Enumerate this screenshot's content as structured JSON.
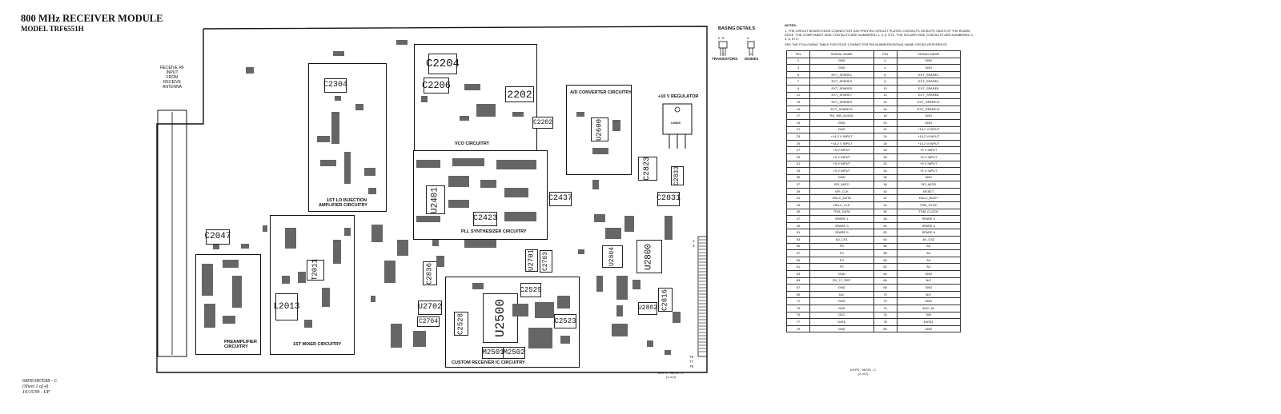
{
  "header": {
    "title": "800 MHz RECEIVER MODULE",
    "model": "MODEL TRF6551H"
  },
  "antenna_label": [
    "RECEIVE RF",
    "INPUT",
    "FROM",
    "RECEIVE",
    "ANTENNA"
  ],
  "basing": {
    "title": "BASING DETAILS",
    "transistors": "TRANSISTORS",
    "diodes": "DIODES",
    "pins": [
      "E",
      "B",
      "C",
      "A",
      "K"
    ]
  },
  "regulator": {
    "title": "+10 V REGULATOR",
    "part": "U2805"
  },
  "sections": {
    "vco": "VCO CIRCUITRY",
    "ad": "A/D CONVERTER CIRCUITRY",
    "lo": [
      "1ST LO INJECTION",
      "AMPLIFIER CIRCUITRY"
    ],
    "pll": "PLL SYNTHESIZER CIRCUITRY",
    "preamp": [
      "PREAMPLIFIER",
      "CIRCUITRY"
    ],
    "mixer": "1ST MIXER CIRCUITRY",
    "custom": "CUSTOM RECEIVER IC CIRCUITRY"
  },
  "components": {
    "c2204": "C2204",
    "c2206": "C2206",
    "c2202a": "2202",
    "c2202b": "C2202",
    "c2304": "C2304",
    "c2047": "C2047",
    "c2437": "C2437",
    "c2423": "C2423",
    "c2823": "C2823",
    "c2833": "C2833",
    "c2831": "C2831",
    "u2600": "U2600",
    "u2701": "U2701",
    "c2703": "C2703",
    "c2836": "C2836",
    "u2702": "U2702",
    "c2704": "C2704",
    "c2529": "C2529",
    "c2523": "C2523",
    "c2528": "C2528",
    "u2500": "U2500",
    "m2501": "M2501",
    "m2502": "M2502",
    "u2804": "U2804",
    "u2800": "U2800",
    "u2802": "U2802",
    "c2816": "C2816",
    "u2401": "U2401",
    "l2013": "L2013",
    "t2011": "T2011"
  },
  "edge_nums_left": [
    "1",
    "3"
  ],
  "edge_nums_right": [
    "75",
    "77",
    "79"
  ],
  "diagram_ref": [
    "ILEP5 - 98725 - C",
    "(1 of 2)"
  ],
  "notes": {
    "title": "NOTES:",
    "lines": [
      "1.    THE CIRCUIT BOARD EDGE CONNECTOR HAS PRINTED CIRCUIT PLATED CONTACTS ON BOTH SIDES OF THE BOARD",
      "       EDGE. THE COMPONENT SIDE CONTACTS ARE NUMBERED 1, 3, 5, ETC. THE SOLDER SIDE CONTACTS ARE NUMBERED 2,",
      "       4, 6, ETC."
    ],
    "see": "SEE THE FOLLOWING TABLE FOR EDGE CONNECTOR PIN NUMBERS/SIGNAL NAME CROSS-REFERENCE."
  },
  "pin_table": {
    "headers": [
      "PIN",
      "SIGNAL NAME",
      "PIN",
      "SIGNAL NAME"
    ],
    "rows": [
      [
        "1",
        "GND",
        "2",
        "GND"
      ],
      [
        "3",
        "GND",
        "4",
        "GND"
      ],
      [
        "5",
        "EXT_SPARE1",
        "6",
        "EXT_SPARE2"
      ],
      [
        "7",
        "EXT_SPARE3",
        "8",
        "EXT_SPARE4"
      ],
      [
        "9",
        "EXT_SPARE5",
        "10",
        "EXT_SPARE6"
      ],
      [
        "11",
        "EXT_SPARE7",
        "12",
        "EXT_SPARE8"
      ],
      [
        "13",
        "EXT_SPARE9",
        "14",
        "EXT_SPARE10"
      ],
      [
        "15",
        "EXT_SPARE11",
        "16",
        "EXT_SPARE12"
      ],
      [
        "17",
        "RX_WB_AUDIO",
        "18",
        "GND"
      ],
      [
        "19",
        "GND",
        "20",
        "GND"
      ],
      [
        "21",
        "GND",
        "22",
        "+14.2 V INPUT"
      ],
      [
        "23",
        "+14.2 V INPUT",
        "24",
        "+14.2 V INPUT"
      ],
      [
        "25",
        "+14.2 V INPUT",
        "26",
        "+14.2 V INPUT"
      ],
      [
        "27",
        "+5 V INPUT",
        "28",
        "+5 V INPUT"
      ],
      [
        "29",
        "+5 V INPUT",
        "30",
        "+5 V INPUT"
      ],
      [
        "31",
        "+5 V INPUT",
        "32",
        "+5 V INPUT"
      ],
      [
        "33",
        "+5 V INPUT",
        "34",
        "+5 V INPUT"
      ],
      [
        "35",
        "GND",
        "36",
        "GND"
      ],
      [
        "37",
        "SPI_MISO",
        "38",
        "SPI_MOSI"
      ],
      [
        "39",
        "SPI_CLK",
        "40",
        "RESET"
      ],
      [
        "41",
        "HDLC_DATA",
        "42",
        "HDLC_BUSY"
      ],
      [
        "43",
        "HDLC_CLK",
        "44",
        "TDM_SYNC"
      ],
      [
        "45",
        "TDM_DATA",
        "46",
        "TDM_CLOCK"
      ],
      [
        "47",
        "SPARE 1",
        "48",
        "SPARE 2"
      ],
      [
        "49",
        "SPARE 3",
        "50",
        "SPARE 4"
      ],
      [
        "51",
        "SPARE 5",
        "52",
        "SPARE 6"
      ],
      [
        "53",
        "A0_CS1",
        "54",
        "A0_CS2"
      ],
      [
        "55",
        "P5",
        "56",
        "A5"
      ],
      [
        "57",
        "P4",
        "58",
        "A4"
      ],
      [
        "59",
        "P3",
        "60",
        "A3"
      ],
      [
        "61",
        "P2",
        "62",
        "A2"
      ],
      [
        "63",
        "GND",
        "64",
        "GND"
      ],
      [
        "65",
        "RX_17_REF",
        "66",
        "N/C"
      ],
      [
        "67",
        "GND",
        "68",
        "GND"
      ],
      [
        "69",
        "N/C",
        "70",
        "N/C"
      ],
      [
        "71",
        "GND",
        "72",
        "GND"
      ],
      [
        "73",
        "GND",
        "74",
        "AGC_IN"
      ],
      [
        "75",
        "ODC",
        "76",
        "SBI"
      ],
      [
        "77",
        "DATA",
        "78",
        "DATA1"
      ],
      [
        "79",
        "GND",
        "80",
        "GND"
      ]
    ]
  },
  "table_ref": [
    "ILEP5 - 98725 - C",
    "(2 of 2)"
  ],
  "footer": [
    "68P81087E88 - C",
    "(Sheet 1 of 4)",
    "10/15/99 - UP"
  ]
}
